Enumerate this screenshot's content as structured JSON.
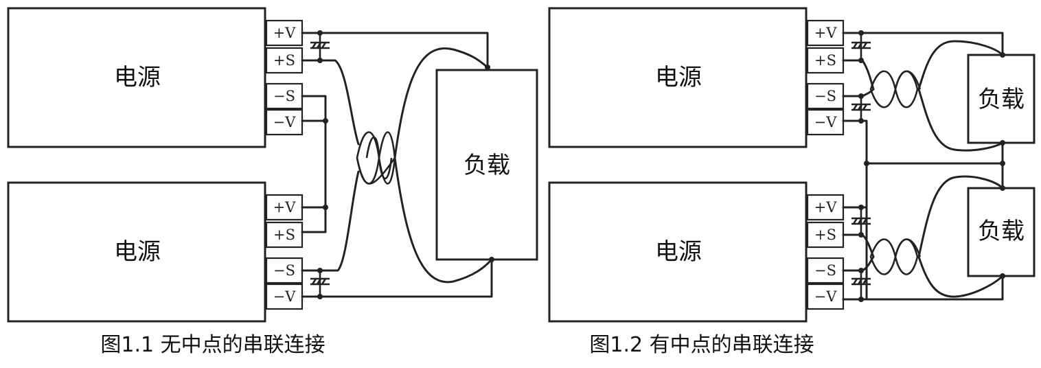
{
  "figures": [
    {
      "caption": "图1.1  无中点的串联连接",
      "power_supplies": [
        {
          "label": "电源",
          "terminals": [
            "+V",
            "+S",
            "−S",
            "−V"
          ]
        },
        {
          "label": "电源",
          "terminals": [
            "+V",
            "+S",
            "−S",
            "−V"
          ]
        }
      ],
      "loads": [
        "负载"
      ]
    },
    {
      "caption": "图1.2  有中点的串联连接",
      "power_supplies": [
        {
          "label": "电源",
          "terminals": [
            "+V",
            "+S",
            "−S",
            "−V"
          ]
        },
        {
          "label": "电源",
          "terminals": [
            "+V",
            "+S",
            "−S",
            "−V"
          ]
        }
      ],
      "loads": [
        "负载",
        "负载"
      ]
    }
  ],
  "colors": {
    "line": "#222222",
    "background": "#ffffff"
  }
}
